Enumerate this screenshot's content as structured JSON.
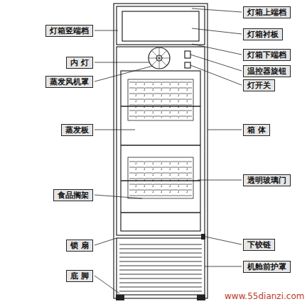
{
  "diagram": {
    "nodes": [
      {
        "text": [
          "灯箱上端档"
        ]
      },
      {
        "text": [
          "灯箱竖端档"
        ]
      },
      {
        "text": [
          "灯箱衬板"
        ]
      },
      {
        "text": [
          "灯箱下端档"
        ]
      },
      {
        "text": [
          "内 灯"
        ]
      },
      {
        "text": [
          "温控器旋钮"
        ]
      },
      {
        "text": [
          "蒸发风机罩"
        ]
      },
      {
        "text": [
          "灯开关"
        ]
      },
      {
        "text": [
          "蒸发板"
        ]
      },
      {
        "text": [
          "箱 体"
        ]
      },
      {
        "text": [
          "透明玻璃门"
        ]
      },
      {
        "text": [
          "食品搁架"
        ]
      },
      {
        "text": [
          "锁 扇"
        ]
      },
      {
        "text": [
          "下铰链"
        ]
      },
      {
        "text": [
          "机舱前护罩"
        ]
      },
      {
        "text": [
          "底 脚"
        ]
      }
    ],
    "labels": [
      "www.55dianzi.com"
    ]
  }
}
